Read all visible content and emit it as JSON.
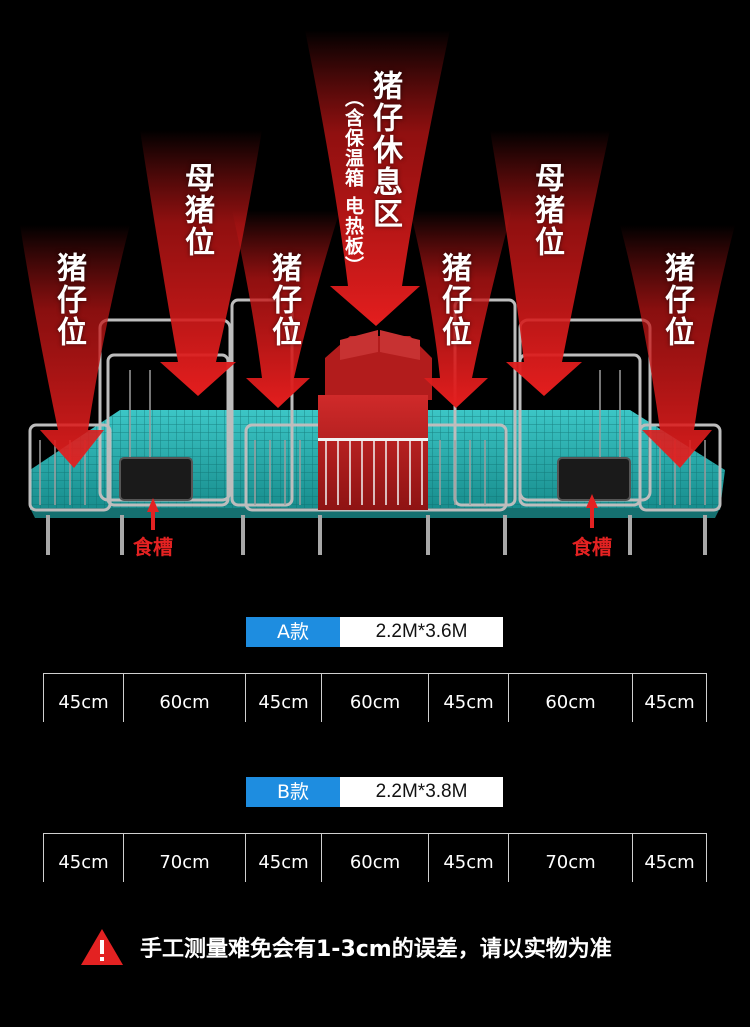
{
  "colors": {
    "background": "#000000",
    "arrow_red": "#d91a1a",
    "trough_label": "#e32222",
    "tag_blue": "#1e8de0",
    "floor_teal": "#1fa5a5",
    "heat_box": "#b01e1e"
  },
  "zones": {
    "left_piglet": "猪仔位",
    "left_sow": "母猪位",
    "left_center_piglet": "猪仔位",
    "rest_title": "猪仔休息区",
    "rest_sub": "（含保温箱  电热板）",
    "right_center_piglet": "猪仔位",
    "right_sow": "母猪位",
    "right_piglet": "猪仔位"
  },
  "troughs": {
    "left": "食槽",
    "right": "食槽"
  },
  "spec_a": {
    "tag": "A款",
    "size": "2.2M*3.6M",
    "dims": [
      "45cm",
      "60cm",
      "45cm",
      "60cm",
      "45cm",
      "60cm",
      "45cm"
    ]
  },
  "spec_b": {
    "tag": "B款",
    "size": "2.2M*3.8M",
    "dims": [
      "45cm",
      "70cm",
      "45cm",
      "60cm",
      "45cm",
      "70cm",
      "45cm"
    ]
  },
  "notice": {
    "icon": "warning-icon",
    "text": "手工测量难免会有1-3cm的误差，请以实物为准"
  }
}
